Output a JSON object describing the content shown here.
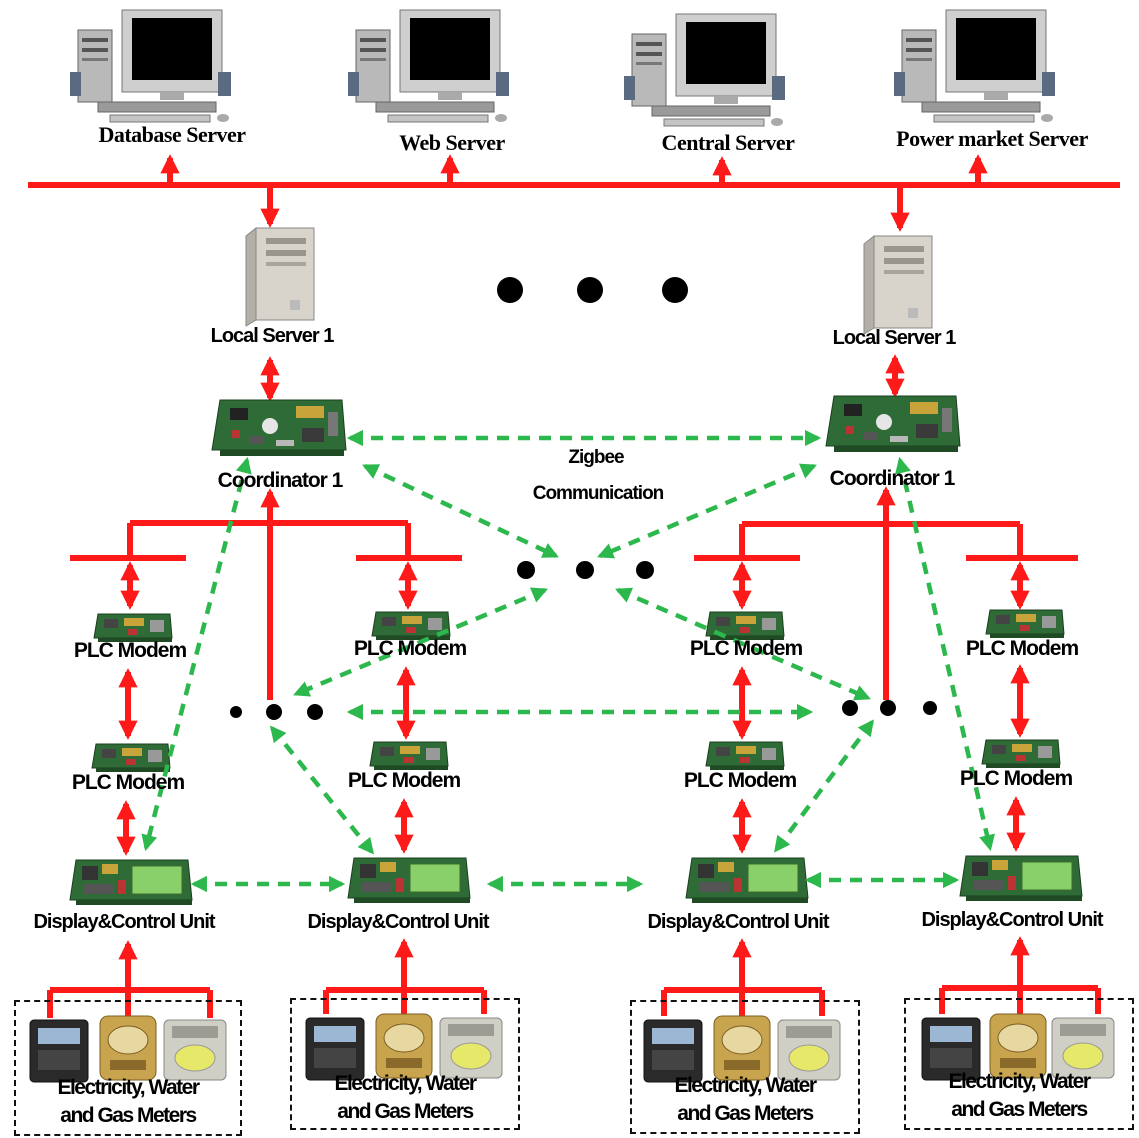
{
  "servers": [
    {
      "label": "Database Server"
    },
    {
      "label": "Web Server"
    },
    {
      "label": "Central Server"
    },
    {
      "label": "Power market Server"
    }
  ],
  "local_servers": [
    {
      "label": "Local Server 1"
    },
    {
      "label": "Local Server 1"
    }
  ],
  "coordinators": [
    {
      "label": "Coordinator 1"
    },
    {
      "label": "Coordinator 1"
    }
  ],
  "zigbee_label": {
    "line1": "Zigbee",
    "line2": "Communication"
  },
  "plc_modems": [
    {
      "label": "PLC Modem"
    },
    {
      "label": "PLC Modem"
    },
    {
      "label": "PLC Modem"
    },
    {
      "label": "PLC Modem"
    },
    {
      "label": "PLC Modem"
    },
    {
      "label": "PLC Modem"
    },
    {
      "label": "PLC Modem"
    },
    {
      "label": "PLC Modem"
    }
  ],
  "display_units": [
    {
      "label": "Display&Control Unit"
    },
    {
      "label": "Display&Control Unit"
    },
    {
      "label": "Display&Control Unit"
    },
    {
      "label": "Display&Control Unit"
    }
  ],
  "meter_groups": [
    {
      "line1": "Electricity, Water",
      "line2": "and Gas Meters"
    },
    {
      "line1": "Electricity, Water",
      "line2": "and Gas Meters"
    },
    {
      "line1": "Electricity, Water",
      "line2": "and Gas Meters"
    },
    {
      "line1": "Electricity, Water",
      "line2": "and Gas Meters"
    }
  ],
  "colors": {
    "power_line": "#ff1a1a",
    "zigbee_link": "#2db84d",
    "text": "#000000"
  }
}
